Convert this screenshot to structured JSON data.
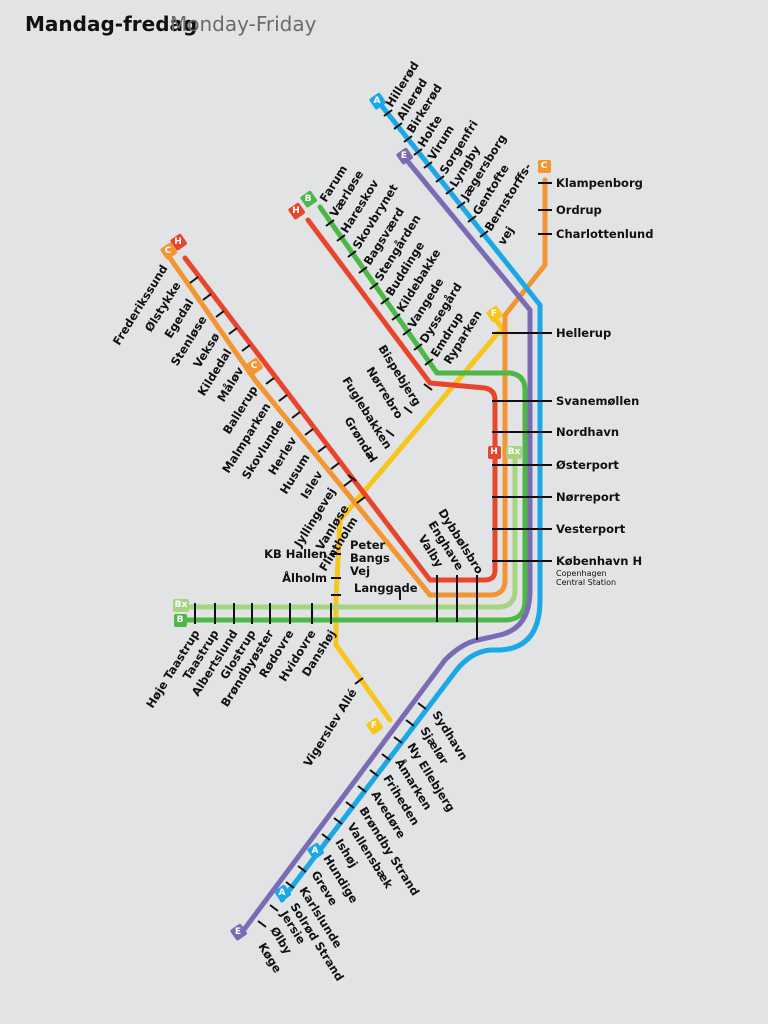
{
  "title": {
    "main": "Mandag-fredag",
    "sub": "Monday-Friday"
  },
  "colors": {
    "A": "#1aa8e6",
    "B": "#4db848",
    "Bx": "#a6d47f",
    "C": "#f39530",
    "E": "#7b6bb5",
    "F": "#f8c51c",
    "H": "#e8452c"
  },
  "lines": [
    {
      "id": "A",
      "label": "A"
    },
    {
      "id": "B",
      "label": "B"
    },
    {
      "id": "Bx",
      "label": "Bx"
    },
    {
      "id": "C",
      "label": "C"
    },
    {
      "id": "E",
      "label": "E"
    },
    {
      "id": "F",
      "label": "F"
    },
    {
      "id": "H",
      "label": "H"
    }
  ],
  "stations": {
    "north_a": [
      "Hillerød",
      "Allerød",
      "Birkerød",
      "Holte",
      "Virum",
      "Sorgenfri",
      "Lyngby",
      "Jægersborg",
      "Gentofte",
      "Bernstorffs-",
      "vej"
    ],
    "north_c": [
      "Klampenborg",
      "Ordrup",
      "Charlottenlund"
    ],
    "farum": [
      "Farum",
      "Værløse",
      "Hareskov",
      "Skovbrynet",
      "Bagsværd",
      "Stengården",
      "Buddinge",
      "Kildebakke",
      "Vangede",
      "Dyssegård",
      "Emdrup",
      "Ryparken"
    ],
    "frederikssund": [
      "Frederikssund",
      "Ølstykke",
      "Egedal",
      "Stenløse",
      "Veksø",
      "Kildedal",
      "Måløv",
      "Ballerup",
      "Malmparken",
      "Skovlunde",
      "Herlev",
      "Husum",
      "Islev",
      "Jyllingevej",
      "Vanløse",
      "Flintholm"
    ],
    "ring": [
      "Bispebjerg",
      "Nørrebro",
      "Fuglebakken",
      "Grøndal"
    ],
    "central": [
      "Hellerup",
      "Svanemøllen",
      "Nordhavn",
      "Østerport",
      "Nørreport",
      "Vesterport",
      "København H"
    ],
    "central_sub": "Copenhagen Central Station",
    "west_inner": [
      "Dybbølsbro",
      "Enghave",
      "Valby"
    ],
    "inner_left": [
      "Peter",
      "Bangs",
      "Vej",
      "Langgade",
      "KB Hallen",
      "Ålholm"
    ],
    "west": [
      "Høje Taastrup",
      "Taastrup",
      "Albertslund",
      "Glostrup",
      "Brøndbyøster",
      "Rødovre",
      "Hvidovre",
      "Danshøj"
    ],
    "south_f": [
      "Vigerslev Allé"
    ],
    "south": [
      "Sydhavn",
      "Sjælør",
      "Ny Ellebjerg",
      "Åmarken",
      "Friheden",
      "Avedøre",
      "Brøndby Strand",
      "Vallensbæk",
      "Ishøj",
      "Hundige",
      "Greve",
      "Karlslunde",
      "Solrød Strand",
      "Jersie",
      "Ølby",
      "Køge"
    ]
  }
}
